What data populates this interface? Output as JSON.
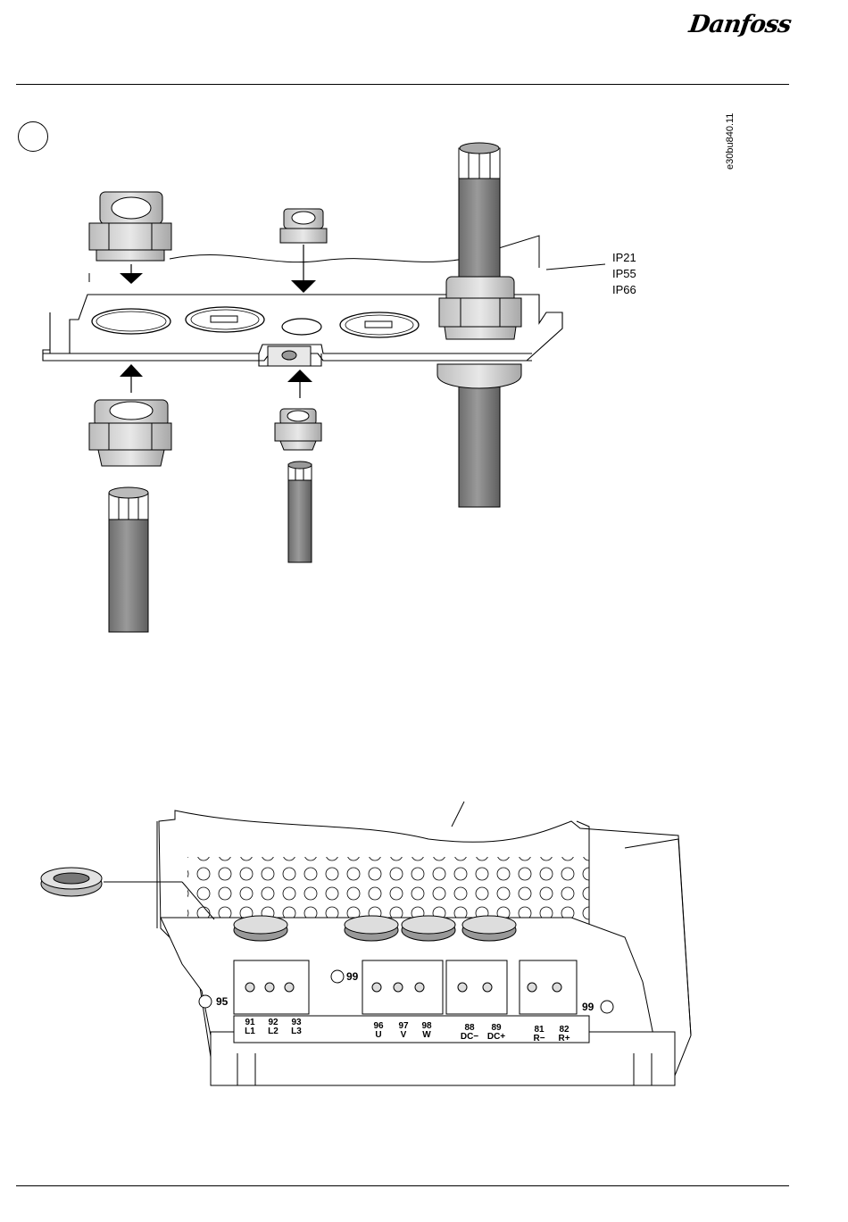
{
  "header": {
    "brand": "Danfoss"
  },
  "figure_top": {
    "doc_id": "e30bu840.11",
    "ip_ratings": [
      "IP21",
      "IP55",
      "IP66"
    ]
  },
  "figure_bottom": {
    "terminals": [
      {
        "num": "91",
        "name": "L1"
      },
      {
        "num": "92",
        "name": "L2"
      },
      {
        "num": "93",
        "name": "L3"
      },
      {
        "num": "96",
        "name": "U"
      },
      {
        "num": "97",
        "name": "V"
      },
      {
        "num": "98",
        "name": "W"
      },
      {
        "num": "88",
        "name": "DC−"
      },
      {
        "num": "89",
        "name": "DC+"
      },
      {
        "num": "81",
        "name": "R−"
      },
      {
        "num": "82",
        "name": "R+"
      }
    ],
    "ground_left": "95",
    "ground_right": "99",
    "ground_mid": "99"
  }
}
